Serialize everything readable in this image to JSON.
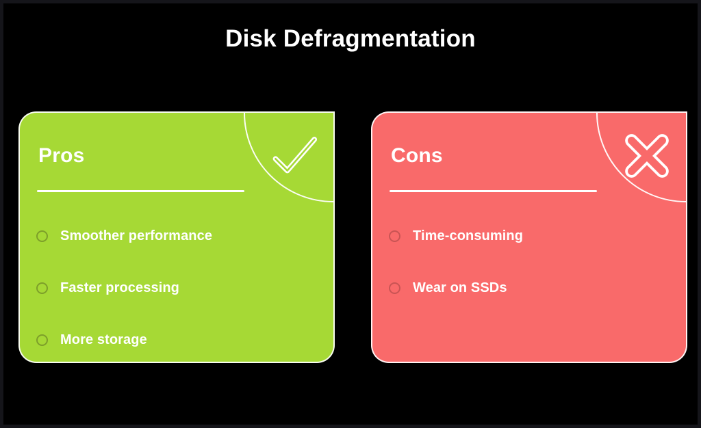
{
  "slide": {
    "title": "Disk Defragmentation",
    "background_color": "#000000",
    "frame_color": "#15151a"
  },
  "cards": [
    {
      "id": "pros",
      "heading": "Pros",
      "accent_color": "#A6D935",
      "icon": "check-icon",
      "bullet_outline_color": "#7d9f2a",
      "items": [
        "Smoother performance",
        "Faster processing",
        "More storage"
      ]
    },
    {
      "id": "cons",
      "heading": "Cons",
      "accent_color": "#F96A6A",
      "icon": "cross-icon",
      "bullet_outline_color": "#c95454",
      "items": [
        "Time-consuming",
        "Wear on SSDs"
      ]
    }
  ]
}
